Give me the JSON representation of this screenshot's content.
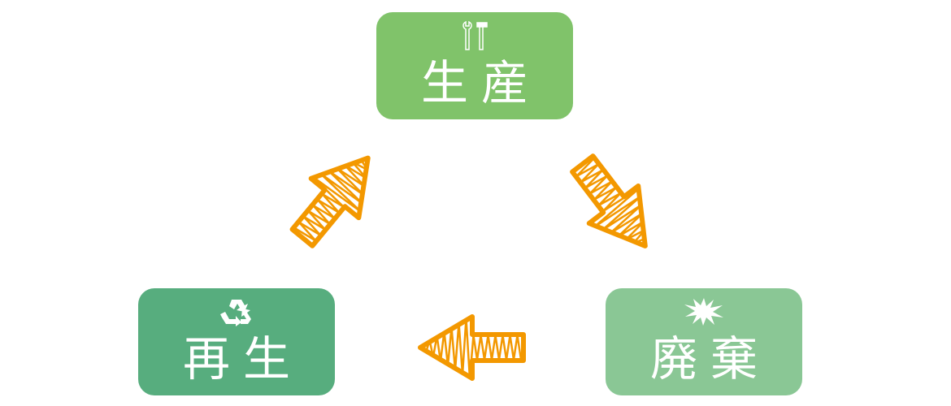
{
  "nodes": {
    "production": {
      "label": "生産",
      "icon": "tools-icon",
      "color": "#80c36a"
    },
    "disposal": {
      "label": "廃棄",
      "icon": "burst-icon",
      "color": "#8ac795"
    },
    "recycling": {
      "label": "再生",
      "icon": "recycle-icon",
      "color": "#57ad7e"
    }
  },
  "edges": [
    {
      "from": "production",
      "to": "disposal"
    },
    {
      "from": "disposal",
      "to": "recycling"
    },
    {
      "from": "recycling",
      "to": "production"
    }
  ],
  "arrow_color": "#f39800"
}
